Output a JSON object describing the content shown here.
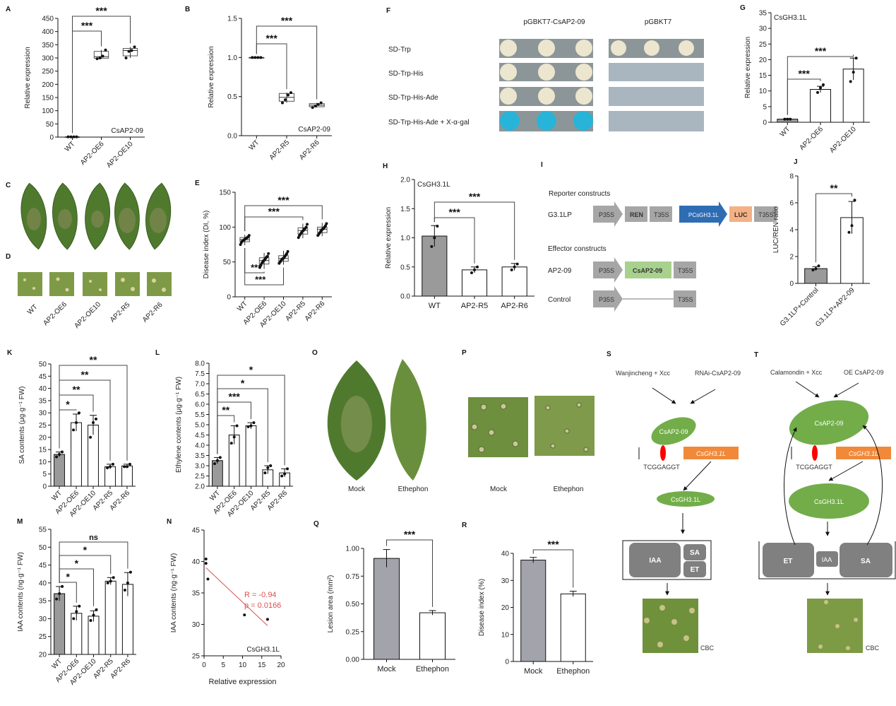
{
  "panels": {
    "A": "A",
    "B": "B",
    "C": "C",
    "D": "D",
    "E": "E",
    "F": "F",
    "G": "G",
    "H": "H",
    "I": "I",
    "J": "J",
    "K": "K",
    "L": "L",
    "M": "M",
    "N": "N",
    "O": "O",
    "P": "P",
    "Q": "Q",
    "R": "R",
    "S": "S",
    "T": "T"
  },
  "colors": {
    "gray_bar": "#9a9a9a",
    "mock_bar": "#a3a3ab",
    "leaf": "#5f8a3a",
    "leaf_photo": "#7d9a45",
    "yeast_plate": "#8c9699",
    "yeast_blank": "#aab6c0",
    "colony": "#ece6cf",
    "colony_blue": "#27b4d8",
    "orange": "#f08a3a",
    "ellipse_green": "#72ad4a",
    "red": "#ff0000",
    "diagram_box": "#808080",
    "trend": "#d9534f"
  },
  "leaf_labels": [
    "WT",
    "AP2-OE6",
    "AP2-OE10",
    "AP2-R5",
    "AP2-R6"
  ],
  "yeast": {
    "col_headers": [
      "pGBKT7-CsAP2-09",
      "pGBKT7"
    ],
    "rows": [
      "SD-Trp",
      "SD-Trp-His",
      "SD-Trp-His-Ade",
      "SD-Trp-His-Ade + X-α-gal"
    ]
  },
  "constructs": {
    "reporter_title": "Reporter constructs",
    "reporter_name": "G3.1LP",
    "p35s": "P35S",
    "ren": "REN",
    "t35s": "T35S",
    "pgh": "PCsGH3.1L",
    "luc": "LUC",
    "effector_title": "Effector constructs",
    "effector_name": "AP2-09",
    "csap": "CsAP2-09",
    "control_name": "Control"
  },
  "treatments": {
    "mock": "Mock",
    "ethephon": "Ethephon"
  },
  "model_S": {
    "input1": "Wanjincheng + Xcc",
    "input2": "RNAi-CsAP2-09",
    "tf": "CsAP2-09",
    "gene": "CsGH3.1L",
    "motif": "TCGGAGGT",
    "product": "CsGH3.1L",
    "iaa": "IAA",
    "sa": "SA",
    "et": "ET",
    "outcome": "CBC"
  },
  "model_T": {
    "input1": "Calamondin + Xcc",
    "input2": "OE CsAP2-09",
    "tf": "CsAP2-09",
    "gene": "CsGH3.1L",
    "motif": "TCGGAGGT",
    "product": "CsGH3.1L",
    "iaa": "IAA",
    "sa": "SA",
    "et": "ET",
    "outcome": "CBC"
  },
  "chart_data": [
    {
      "id": "A",
      "type": "box",
      "ylabel": "Relative expression",
      "inset": "CsAP2-09",
      "ylim": [
        0,
        450
      ],
      "yticks": [
        0,
        50,
        100,
        150,
        200,
        250,
        300,
        350,
        400,
        450
      ],
      "categories": [
        "WT",
        "AP2-OE6",
        "AP2-OE10"
      ],
      "box": [
        [
          0.5,
          1,
          1,
          1,
          1.5
        ],
        [
          297,
          299,
          305,
          325,
          330
        ],
        [
          300,
          308,
          328,
          336,
          342
        ]
      ],
      "points": [
        [
          1,
          1,
          1,
          1
        ],
        [
          297,
          300,
          307,
          330
        ],
        [
          300,
          325,
          328,
          342
        ]
      ],
      "sigs": [
        {
          "to": 1,
          "label": "***"
        },
        {
          "to": 2,
          "label": "***"
        }
      ]
    },
    {
      "id": "B",
      "type": "box",
      "ylabel": "Relative expression",
      "inset": "CsAP2-09",
      "ylim": [
        0,
        1.5
      ],
      "yticks": [
        "0.0",
        "0.5",
        "1.0",
        "1.5"
      ],
      "categories": [
        "WT",
        "AP2-R5",
        "AP2-R6"
      ],
      "box": [
        [
          1,
          1,
          1,
          1,
          1
        ],
        [
          0.42,
          0.44,
          0.49,
          0.54,
          0.55
        ],
        [
          0.36,
          0.37,
          0.39,
          0.41,
          0.42
        ]
      ],
      "points": [
        [
          1,
          1,
          1,
          1
        ],
        [
          0.42,
          0.46,
          0.52,
          0.55
        ],
        [
          0.36,
          0.38,
          0.4,
          0.42
        ]
      ],
      "sigs": [
        {
          "to": 1,
          "label": "***"
        },
        {
          "to": 2,
          "label": "***"
        }
      ]
    },
    {
      "id": "E",
      "type": "box",
      "ylabel": "Disease index (DI, %)",
      "ylim": [
        0,
        150
      ],
      "yticks": [
        0,
        50,
        100,
        150
      ],
      "categories": [
        "WT",
        "AP2-OE6",
        "AP2-OE10",
        "AP2-R5",
        "AP2-R6"
      ],
      "box": [
        [
          74,
          79,
          82,
          85,
          89
        ],
        [
          40,
          47,
          52,
          56,
          63
        ],
        [
          46,
          51,
          55,
          59,
          66
        ],
        [
          84,
          90,
          95,
          99,
          105
        ],
        [
          87,
          92,
          97,
          100,
          106
        ]
      ],
      "points": [
        [
          75,
          78,
          80,
          81,
          82,
          83,
          84,
          85,
          86,
          88
        ],
        [
          42,
          45,
          48,
          50,
          52,
          53,
          55,
          57,
          58,
          62
        ],
        [
          48,
          50,
          52,
          54,
          55,
          56,
          58,
          60,
          62,
          65
        ],
        [
          85,
          88,
          90,
          92,
          94,
          95,
          97,
          98,
          100,
          104
        ],
        [
          88,
          90,
          92,
          94,
          96,
          97,
          98,
          100,
          102,
          105
        ]
      ],
      "sigs": [
        {
          "to": 3,
          "label": "***"
        },
        {
          "to": 4,
          "label": "***"
        }
      ],
      "sigs_below": [
        {
          "to": 1,
          "label": "***"
        },
        {
          "to": 2,
          "label": "***"
        }
      ]
    },
    {
      "id": "G",
      "type": "bar",
      "ylabel": "Relative expression",
      "inset": "CsGH3.1L",
      "ylim": [
        0,
        35
      ],
      "yticks": [
        0,
        5,
        10,
        15,
        20,
        25,
        30,
        35
      ],
      "categories": [
        "WT",
        "AP2-OE6",
        "AP2-OE10"
      ],
      "values": [
        1,
        10.5,
        17
      ],
      "errors": [
        0.2,
        1,
        3.5
      ],
      "gray": [
        true,
        false,
        false
      ],
      "points": [
        [
          1,
          1,
          1
        ],
        [
          9.5,
          11,
          12
        ],
        [
          13,
          16,
          20.5
        ]
      ],
      "sigs": [
        {
          "to": 1,
          "label": "***"
        },
        {
          "to": 2,
          "label": "***"
        }
      ]
    },
    {
      "id": "H",
      "type": "bar",
      "ylabel": "Relative expression",
      "inset": "CsGH3.1L",
      "ylim": [
        0,
        2.0
      ],
      "yticks": [
        "0.0",
        "0.5",
        "1.0",
        "1.5",
        "2.0"
      ],
      "categories": [
        "WT",
        "AP2-R5",
        "AP2-R6"
      ],
      "values": [
        1.03,
        0.45,
        0.5
      ],
      "errors": [
        0.18,
        0.05,
        0.06
      ],
      "gray": [
        true,
        false,
        false
      ],
      "points": [
        [
          0.85,
          1.0,
          1.2
        ],
        [
          0.4,
          0.45,
          0.5
        ],
        [
          0.45,
          0.5,
          0.55
        ]
      ],
      "sigs": [
        {
          "to": 1,
          "label": "***"
        },
        {
          "to": 2,
          "label": "***"
        }
      ]
    },
    {
      "id": "J",
      "type": "bar",
      "ylabel": "LUC/REN ratio",
      "ylim": [
        0,
        8
      ],
      "yticks": [
        0,
        2,
        4,
        6,
        8
      ],
      "categories": [
        "G3.1LP+Control",
        "G3.1LP+AP2-09"
      ],
      "values": [
        1.1,
        4.9
      ],
      "errors": [
        0.15,
        1.2
      ],
      "gray": [
        true,
        false
      ],
      "points": [
        [
          1.0,
          1.1,
          1.3
        ],
        [
          3.8,
          4.3,
          6.2
        ]
      ],
      "sigs": [
        {
          "to": 1,
          "label": "**"
        }
      ]
    },
    {
      "id": "K",
      "type": "bar",
      "ylabel": "SA contents (μg·g⁻¹ FW)",
      "ylim": [
        0,
        50
      ],
      "yticks": [
        0,
        5,
        10,
        15,
        20,
        25,
        30,
        35,
        40,
        45,
        50
      ],
      "categories": [
        "WT",
        "AP2-OE6",
        "AP2-OE10",
        "AP2-R5",
        "AP2-R6"
      ],
      "values": [
        13,
        26,
        25,
        8,
        8.3
      ],
      "errors": [
        1,
        3.5,
        4,
        1,
        0.7
      ],
      "gray": [
        true,
        false,
        false,
        false,
        false
      ],
      "points": [
        [
          12,
          13,
          14
        ],
        [
          23,
          26,
          30
        ],
        [
          20,
          26,
          27.5
        ],
        [
          7.5,
          8,
          9
        ],
        [
          8,
          8,
          9
        ]
      ],
      "sigs": [
        {
          "to": 1,
          "label": "*"
        },
        {
          "to": 2,
          "label": "**"
        },
        {
          "to": 3,
          "label": "**"
        },
        {
          "to": 4,
          "label": "**"
        }
      ]
    },
    {
      "id": "L",
      "type": "bar",
      "ylabel": "Ethylene contents (μg·g⁻¹ FW)",
      "ylim": [
        2,
        8
      ],
      "yticks": [
        "2.0",
        "2.5",
        "3.0",
        "3.5",
        "4.0",
        "4.5",
        "5.0",
        "5.5",
        "6.0",
        "6.5",
        "7.0",
        "7.5",
        "8.0"
      ],
      "categories": [
        "WT",
        "AP2-OE6",
        "AP2-OE10",
        "AP2-R5",
        "AP2-R6"
      ],
      "values": [
        3.25,
        4.5,
        4.95,
        2.8,
        2.65
      ],
      "errors": [
        0.15,
        0.45,
        0.15,
        0.2,
        0.2
      ],
      "gray": [
        true,
        false,
        false,
        false,
        false
      ],
      "points": [
        [
          3.1,
          3.25,
          3.4
        ],
        [
          4.1,
          4.4,
          4.95
        ],
        [
          4.9,
          4.95,
          5.1
        ],
        [
          2.65,
          2.9,
          3.0
        ],
        [
          2.5,
          2.6,
          2.85
        ]
      ],
      "sigs": [
        {
          "to": 1,
          "label": "**"
        },
        {
          "to": 2,
          "label": "***"
        },
        {
          "to": 3,
          "label": "*"
        },
        {
          "to": 4,
          "label": "*"
        }
      ]
    },
    {
      "id": "M",
      "type": "bar",
      "ylabel": "IAA contents (ng·g⁻¹ FW)",
      "ylim": [
        20,
        55
      ],
      "yticks": [
        20,
        25,
        30,
        35,
        40,
        45,
        50,
        55
      ],
      "categories": [
        "WT",
        "AP2-OE6",
        "AP2-OE10",
        "AP2-R5",
        "AP2-R6"
      ],
      "values": [
        37,
        31.5,
        30.7,
        40.5,
        39.6
      ],
      "errors": [
        2,
        2,
        1.5,
        1,
        3.3
      ],
      "gray": [
        true,
        false,
        false,
        false,
        false
      ],
      "points": [
        [
          35.5,
          37,
          39
        ],
        [
          30,
          32,
          33.5
        ],
        [
          29.5,
          31,
          32.5
        ],
        [
          40,
          40.5,
          41.5
        ],
        [
          38,
          40,
          43
        ]
      ],
      "sigs": [
        {
          "to": 1,
          "label": "*"
        },
        {
          "to": 2,
          "label": "*"
        },
        {
          "to": 3,
          "label": "*"
        },
        {
          "to": 4,
          "label": "ns"
        }
      ]
    },
    {
      "id": "N",
      "type": "scatter",
      "xlabel": "Relative expression",
      "ylabel": "IAA contents (ng·g⁻¹ FW)",
      "inset": "CsGH3.1L",
      "xlim": [
        0,
        20
      ],
      "ylim": [
        25,
        45
      ],
      "xticks": [
        0,
        5,
        10,
        15,
        20
      ],
      "yticks": [
        25,
        30,
        35,
        40,
        45
      ],
      "x": [
        0.5,
        0.5,
        1,
        10.5,
        16.5
      ],
      "y": [
        40.4,
        39.7,
        37.2,
        31.5,
        30.8
      ],
      "trend": [
        [
          0.5,
          39
        ],
        [
          16.5,
          29.8
        ]
      ],
      "r_text": "R = -0.94",
      "p_text": "p = 0.0166"
    },
    {
      "id": "Q",
      "type": "bar",
      "ylabel": "Lesion area (mm²)",
      "ylim": [
        0,
        1
      ],
      "yticks": [
        "0.00",
        "0.25",
        "0.50",
        "0.75",
        "1.00"
      ],
      "categories": [
        "Mock",
        "Ethephon"
      ],
      "values": [
        0.91,
        0.42
      ],
      "errors": [
        0.08,
        0.02
      ],
      "gray": [
        true,
        false
      ],
      "sigs": [
        {
          "to": 1,
          "label": "***"
        }
      ]
    },
    {
      "id": "R",
      "type": "bar",
      "ylabel": "Disease index (%)",
      "ylim": [
        0,
        40
      ],
      "yticks": [
        0,
        10,
        20,
        30,
        40
      ],
      "categories": [
        "Mock",
        "Ethephon"
      ],
      "values": [
        37.5,
        25
      ],
      "errors": [
        1,
        1
      ],
      "gray": [
        true,
        false
      ],
      "sigs": [
        {
          "to": 1,
          "label": "***"
        }
      ]
    }
  ]
}
